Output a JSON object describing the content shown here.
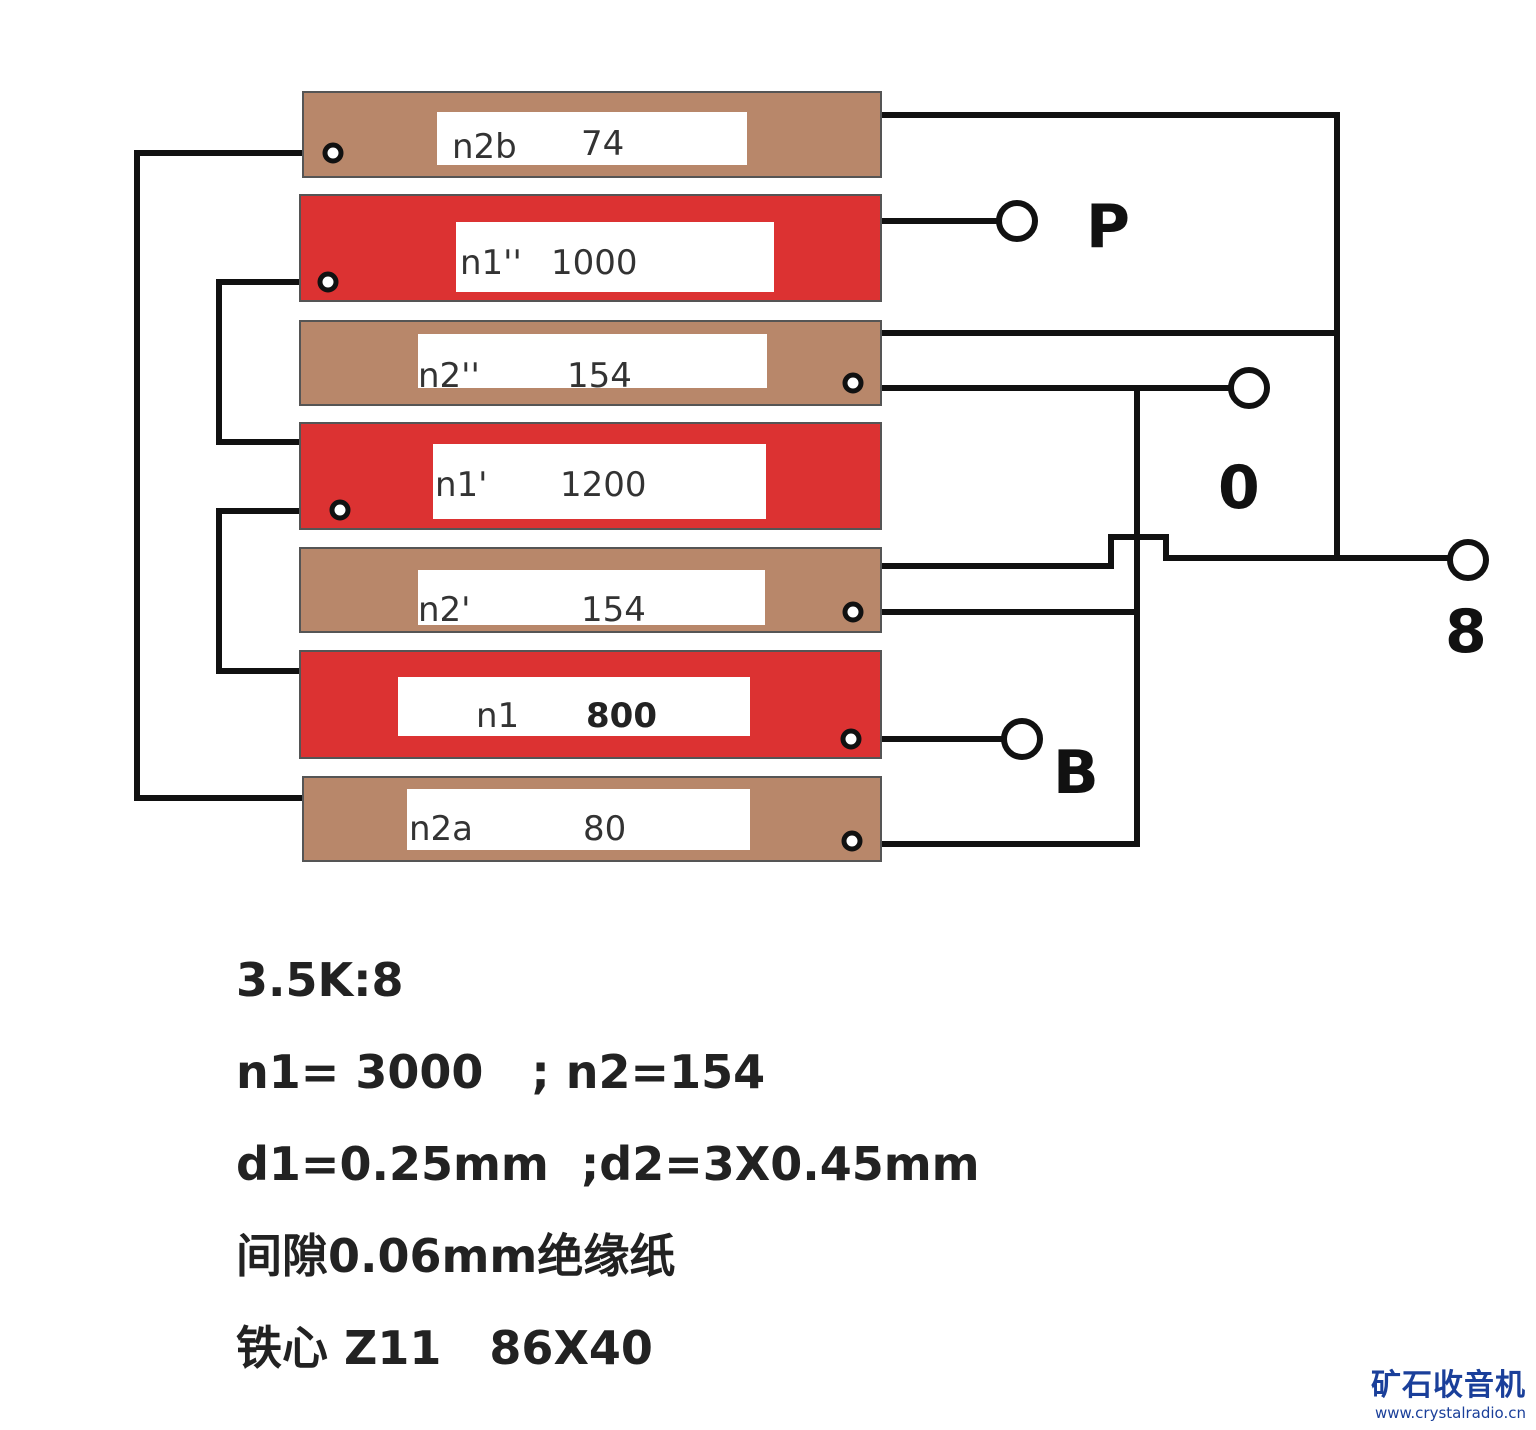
{
  "diagram": {
    "colors": {
      "brown": "#b8876a",
      "red": "#dc3232",
      "wire": "#111111",
      "label_box": "#ffffff"
    },
    "windings": [
      {
        "name": "n2b",
        "turns": "74",
        "kind": "secondary"
      },
      {
        "name": "n1''",
        "turns": "1000",
        "kind": "primary"
      },
      {
        "name": "n2''",
        "turns": "154",
        "kind": "secondary"
      },
      {
        "name": "n1'",
        "turns": "1200",
        "kind": "primary"
      },
      {
        "name": "n2'",
        "turns": "154",
        "kind": "secondary"
      },
      {
        "name": "n1",
        "turns": "800",
        "kind": "primary"
      },
      {
        "name": "n2a",
        "turns": "80",
        "kind": "secondary"
      }
    ],
    "terminals": {
      "p": "P",
      "zero": "0",
      "eight": "8",
      "b": "B"
    }
  },
  "notes": [
    "3.5K:8",
    "n1= 3000   ; n2=154",
    "d1=0.25mm  ;d2=3X0.45mm",
    "间隙0.06mm绝缘纸",
    "铁心 Z11   86X40"
  ],
  "watermark": {
    "title": "矿石收音机",
    "url": "www.crystalradio.cn"
  }
}
